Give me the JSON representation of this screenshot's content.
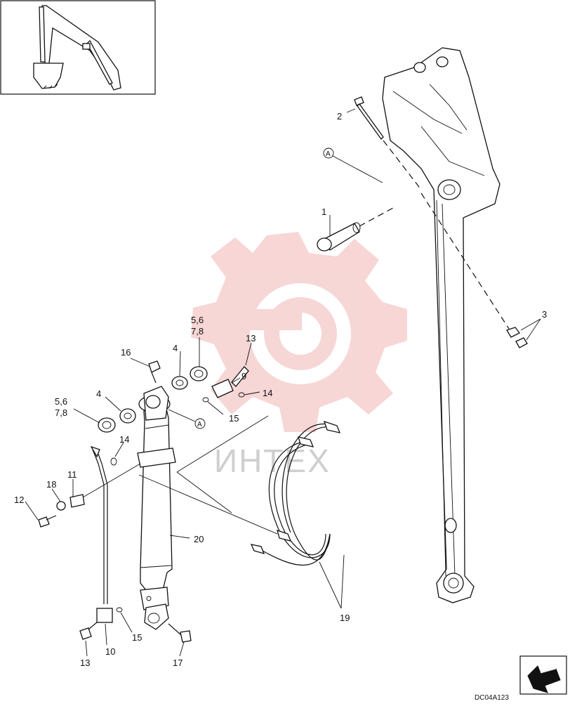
{
  "callouts": [
    {
      "id": "c1",
      "text": "1"
    },
    {
      "id": "c2",
      "text": "2"
    },
    {
      "id": "c3",
      "text": "3"
    },
    {
      "id": "c4a",
      "text": "4"
    },
    {
      "id": "c4b",
      "text": "4"
    },
    {
      "id": "c56a",
      "text": "5,6"
    },
    {
      "id": "c78a",
      "text": "7,8"
    },
    {
      "id": "c56b",
      "text": "5,6"
    },
    {
      "id": "c78b",
      "text": "7,8"
    },
    {
      "id": "c9",
      "text": "9"
    },
    {
      "id": "c10",
      "text": "10"
    },
    {
      "id": "c11",
      "text": "11"
    },
    {
      "id": "c12",
      "text": "12"
    },
    {
      "id": "c13a",
      "text": "13"
    },
    {
      "id": "c13b",
      "text": "13"
    },
    {
      "id": "c14a",
      "text": "14"
    },
    {
      "id": "c14b",
      "text": "14"
    },
    {
      "id": "c15a",
      "text": "15"
    },
    {
      "id": "c15b",
      "text": "15"
    },
    {
      "id": "c16",
      "text": "16"
    },
    {
      "id": "c17",
      "text": "17"
    },
    {
      "id": "c18",
      "text": "18"
    },
    {
      "id": "c19",
      "text": "19"
    },
    {
      "id": "c20",
      "text": "20"
    }
  ],
  "reference_marks": [
    {
      "id": "refA1",
      "text": "A"
    },
    {
      "id": "refA2",
      "text": "A"
    }
  ],
  "drawing_code": "DC04A123",
  "watermark_text": "ИНТЕХ",
  "colors": {
    "line": "#111111",
    "watermark": "#f2b5b5"
  }
}
